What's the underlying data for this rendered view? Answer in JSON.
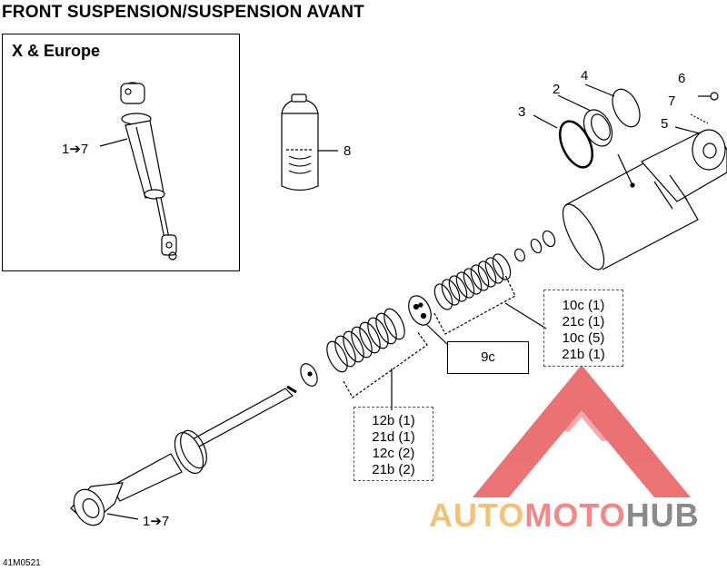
{
  "page": {
    "title": "FRONT SUSPENSION/SUSPENSION AVANT",
    "drawing_code": "41M0521"
  },
  "inset": {
    "title": "X & Europe",
    "callout": "1➔7"
  },
  "callouts": {
    "item2": "2",
    "item3": "3",
    "item4": "4",
    "item5": "5",
    "item6": "6",
    "item7": "7",
    "item8": "8",
    "shock_assembly": "1➔7"
  },
  "boxes": {
    "upper_group": [
      "10c (1)",
      "21c (1)",
      "10c (5)",
      "21b (1)"
    ],
    "middle_part": "9c",
    "lower_group": [
      "12b (1)",
      "21d (1)",
      "12c (2)",
      "21b (2)"
    ]
  },
  "watermark": {
    "part1": "AUTO",
    "part2": "MOTO",
    "part3": "HUB",
    "colors": {
      "part1": "#f3c27a",
      "part2": "#f08a8a",
      "part3": "#8a8a8a",
      "logo": "#e85a5a"
    }
  }
}
